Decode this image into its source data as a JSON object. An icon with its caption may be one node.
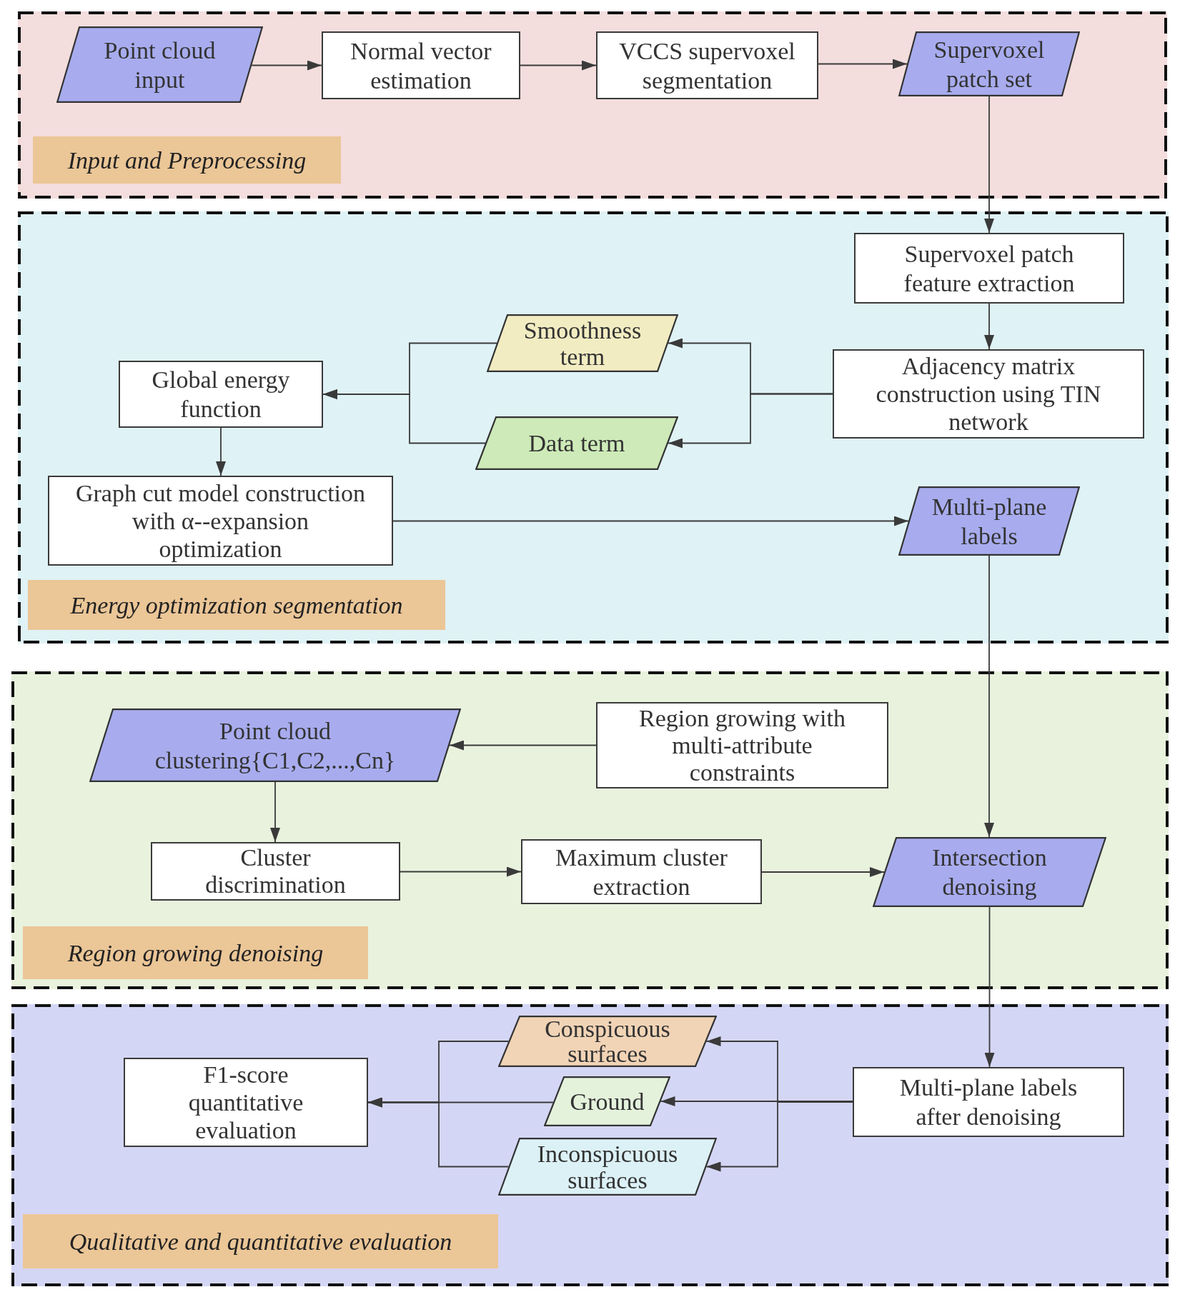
{
  "diagram": {
    "nodes": [
      {
        "text": [
          "Input and Preprocessing"
        ]
      },
      {
        "text": [
          "Point cloud input"
        ],
        "in": 0
      },
      {
        "text": [
          "Normal vector estimation"
        ],
        "in": 0
      },
      {
        "text": [
          "VCCS supervoxel segmentation"
        ],
        "in": 0
      },
      {
        "text": [
          "Supervoxel patch set"
        ],
        "in": 0
      },
      {
        "text": [
          "Energy optimization segmentation"
        ]
      },
      {
        "text": [
          "Supervoxel patch feature extraction"
        ],
        "in": 5
      },
      {
        "text": [
          "Smoothness term"
        ],
        "in": 5
      },
      {
        "text": [
          "Global energy function"
        ],
        "in": 5
      },
      {
        "text": [
          "Adjacency matrix construction using TIN network"
        ],
        "in": 5
      },
      {
        "text": [
          "Data term"
        ],
        "in": 5
      },
      {
        "text": [
          "Graph cut model construction with α--expansion optimization"
        ],
        "in": 5
      },
      {
        "text": [
          "Multi-plane labels"
        ],
        "in": 5
      },
      {
        "text": [
          "Region growing denoising"
        ]
      },
      {
        "text": [
          "Point cloud clustering{C1,C2,...,Cn}"
        ],
        "in": 13
      },
      {
        "text": [
          "Region growing with multi-attribute constraints"
        ],
        "in": 13
      },
      {
        "text": [
          "Cluster discrimination"
        ],
        "in": 13
      },
      {
        "text": [
          "Maximum cluster extraction"
        ],
        "in": 13
      },
      {
        "text": [
          "Intersection denoising"
        ],
        "in": 13
      },
      {
        "text": [
          "Qualitative and quantitative evaluation"
        ]
      },
      {
        "text": [
          "Conspicuous surfaces"
        ],
        "in": 19
      },
      {
        "text": [
          "F1-score quantitative evaluation"
        ],
        "in": 19
      },
      {
        "text": [
          "Ground"
        ],
        "in": 19
      },
      {
        "text": [
          "Multi-plane labels after denoising"
        ],
        "in": 19
      },
      {
        "text": [
          "Inconspicuous surfaces"
        ],
        "in": 19
      }
    ],
    "edges": [
      {
        "from": 1,
        "to": 2,
        "arrow": "to"
      },
      {
        "from": 2,
        "to": 3,
        "arrow": "to"
      },
      {
        "from": 3,
        "to": 4,
        "arrow": "to"
      },
      {
        "from": 4,
        "to": 6,
        "arrow": "to"
      },
      {
        "from": 6,
        "to": 9,
        "arrow": "to"
      },
      {
        "from": 9,
        "to": 7,
        "arrow": "to"
      },
      {
        "from": 9,
        "to": 10,
        "arrow": "to"
      },
      {
        "from": 7,
        "to": 8,
        "arrow": "to"
      },
      {
        "from": 10,
        "to": 8,
        "arrow": "to"
      },
      {
        "from": 8,
        "to": 11,
        "arrow": "to"
      },
      {
        "from": 11,
        "to": 12,
        "arrow": "to"
      },
      {
        "from": 12,
        "to": 18,
        "arrow": "to"
      },
      {
        "from": 15,
        "to": 14,
        "arrow": "to"
      },
      {
        "from": 14,
        "to": 16,
        "arrow": "to"
      },
      {
        "from": 16,
        "to": 17,
        "arrow": "to"
      },
      {
        "from": 17,
        "to": 18,
        "arrow": "to"
      },
      {
        "from": 18,
        "to": 23,
        "arrow": "to"
      },
      {
        "from": 23,
        "to": 20,
        "arrow": "to"
      },
      {
        "from": 23,
        "to": 22,
        "arrow": "to"
      },
      {
        "from": 23,
        "to": 24,
        "arrow": "to"
      },
      {
        "from": 20,
        "to": 21,
        "arrow": "to"
      },
      {
        "from": 22,
        "to": 21,
        "arrow": "to"
      },
      {
        "from": 24,
        "to": 21,
        "arrow": "to"
      }
    ]
  }
}
